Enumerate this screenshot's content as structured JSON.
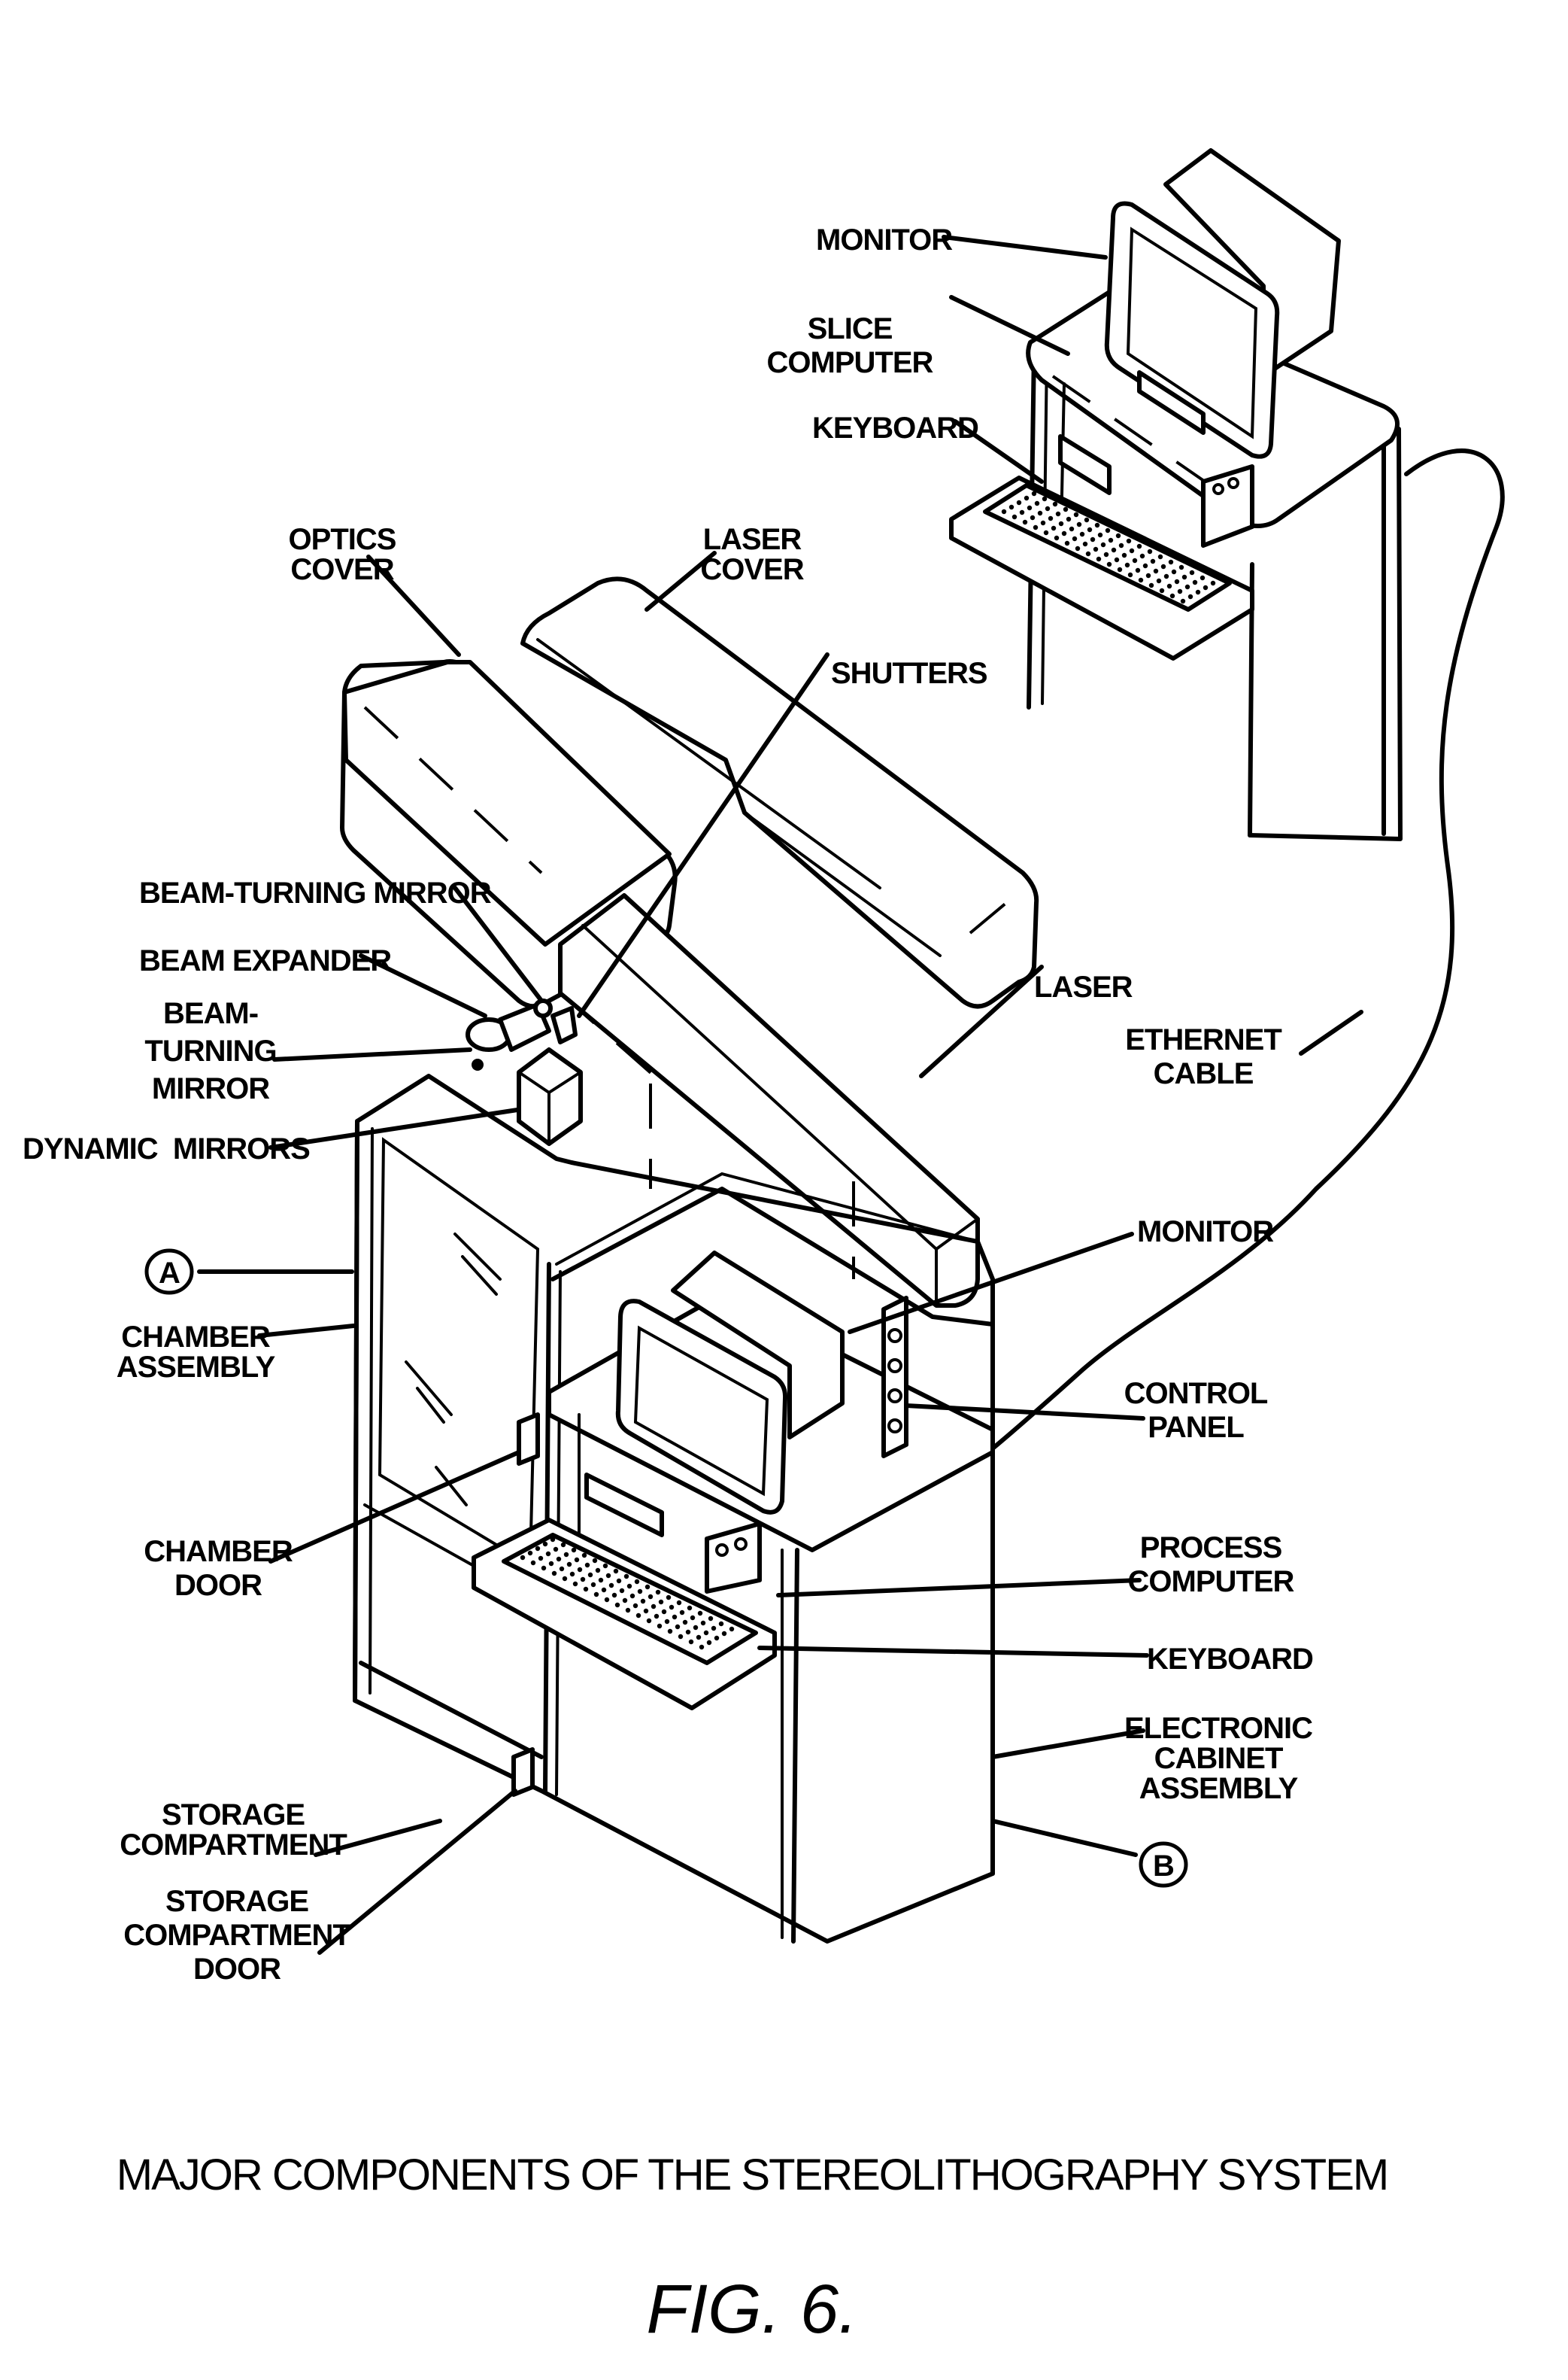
{
  "figure": {
    "caption": "MAJOR COMPONENTS OF THE STEREOLITHOGRAPHY SYSTEM",
    "figure_label": "FIG. 6."
  },
  "slice_station": {
    "monitor": "MONITOR",
    "slice_computer": [
      "SLICE",
      "COMPUTER"
    ],
    "keyboard": "KEYBOARD"
  },
  "optics": {
    "optics_cover": [
      "OPTICS",
      "COVER"
    ],
    "laser_cover": [
      "LASER",
      "COVER"
    ],
    "shutters": "SHUTTERS",
    "beam_turning_mirror_top": "BEAM-TURNING MIRROR",
    "beam_expander": "BEAM EXPANDER",
    "beam_turning_mirror_left": [
      "BEAM-",
      "TURNING",
      "MIRROR"
    ],
    "dynamic_mirrors": "DYNAMIC  MIRRORS",
    "laser": "LASER",
    "ethernet_cable": [
      "ETHERNET",
      "CABLE"
    ]
  },
  "main_unit": {
    "marker_a": "A",
    "chamber_assembly": [
      "CHAMBER",
      "ASSEMBLY"
    ],
    "chamber_door": [
      "CHAMBER",
      "DOOR"
    ],
    "storage_compartment": [
      "STORAGE",
      "COMPARTMENT"
    ],
    "storage_compartment_door": [
      "STORAGE",
      "COMPARTMENT",
      "DOOR"
    ],
    "monitor": "MONITOR",
    "control_panel": [
      "CONTROL",
      "PANEL"
    ],
    "process_computer": [
      "PROCESS",
      "COMPUTER"
    ],
    "keyboard": "KEYBOARD",
    "electronic_cabinet_assembly": [
      "ELECTRONIC",
      "CABINET",
      "ASSEMBLY"
    ],
    "marker_b": "B"
  }
}
